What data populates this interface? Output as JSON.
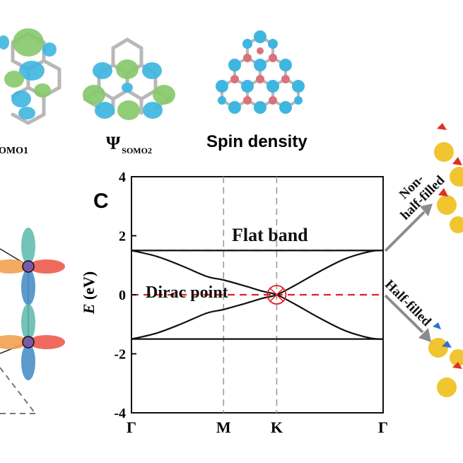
{
  "labels": {
    "psi_somo1_tail": "OMO1",
    "psi_somo2_symbol": "Ψ",
    "psi_somo2_sub": "SOMO2",
    "spin_density": "Spin density",
    "panel_c": "C",
    "flat_band": "Flat band",
    "dirac_point": "Dirac point",
    "non_half_filled": [
      "Non-",
      "half-filled"
    ],
    "half_filled": "Half-filled"
  },
  "colors": {
    "lobe_green": "#86c96b",
    "lobe_blue": "#3fb6e0",
    "atom_gray": "#9a9a9a",
    "atom_pink": "#d9737b",
    "flat_band_dash": "#e02020",
    "orbital_teal": "#5bb9ad",
    "orbital_orange": "#f2a04e",
    "orbital_red": "#ec5a4e",
    "orbital_blue": "#4a8fc7",
    "node_purple": "#7a5aa8",
    "atom_yellow": "#f0c530",
    "arrow_gray": "#8c8c8c"
  },
  "chart_data": {
    "type": "line",
    "ylabel": "E (eV)",
    "ylim": [
      -4,
      4
    ],
    "yticks": [
      "4",
      "2",
      "0",
      "-2",
      "-4"
    ],
    "ytick_values": [
      4,
      2,
      0,
      -2,
      -4
    ],
    "xticks": [
      "Γ",
      "M",
      "K",
      "Γ"
    ],
    "xtick_positions": [
      0,
      0.366,
      0.577,
      1.0
    ],
    "grid": "vertical dashed at M and K",
    "series": [
      {
        "x": [
          0,
          0.1,
          0.2,
          0.3,
          0.366,
          0.45,
          0.52,
          0.577,
          0.65,
          0.75,
          0.85,
          0.95,
          1.0
        ],
        "y": [
          1.5,
          1.3,
          0.98,
          0.62,
          0.5,
          0.3,
          0.12,
          0,
          -0.32,
          -0.8,
          -1.22,
          -1.47,
          -1.5
        ]
      },
      {
        "x": [
          0,
          0.1,
          0.2,
          0.3,
          0.366,
          0.45,
          0.52,
          0.577,
          0.65,
          0.75,
          0.85,
          0.95,
          1.0
        ],
        "y": [
          -1.5,
          -1.3,
          -0.98,
          -0.62,
          -0.5,
          -0.3,
          -0.12,
          0,
          0.32,
          0.8,
          1.22,
          1.47,
          1.5
        ]
      },
      {
        "x": [
          0,
          1
        ],
        "y": [
          1.5,
          1.5
        ]
      },
      {
        "x": [
          0,
          1
        ],
        "y": [
          -1.5,
          -1.5
        ]
      }
    ],
    "reference_lines": [
      {
        "y": 1.5,
        "style": "red dashed"
      },
      {
        "y": 0,
        "style": "red dashed"
      }
    ],
    "annotations": [
      "Flat band",
      "Dirac point"
    ]
  }
}
